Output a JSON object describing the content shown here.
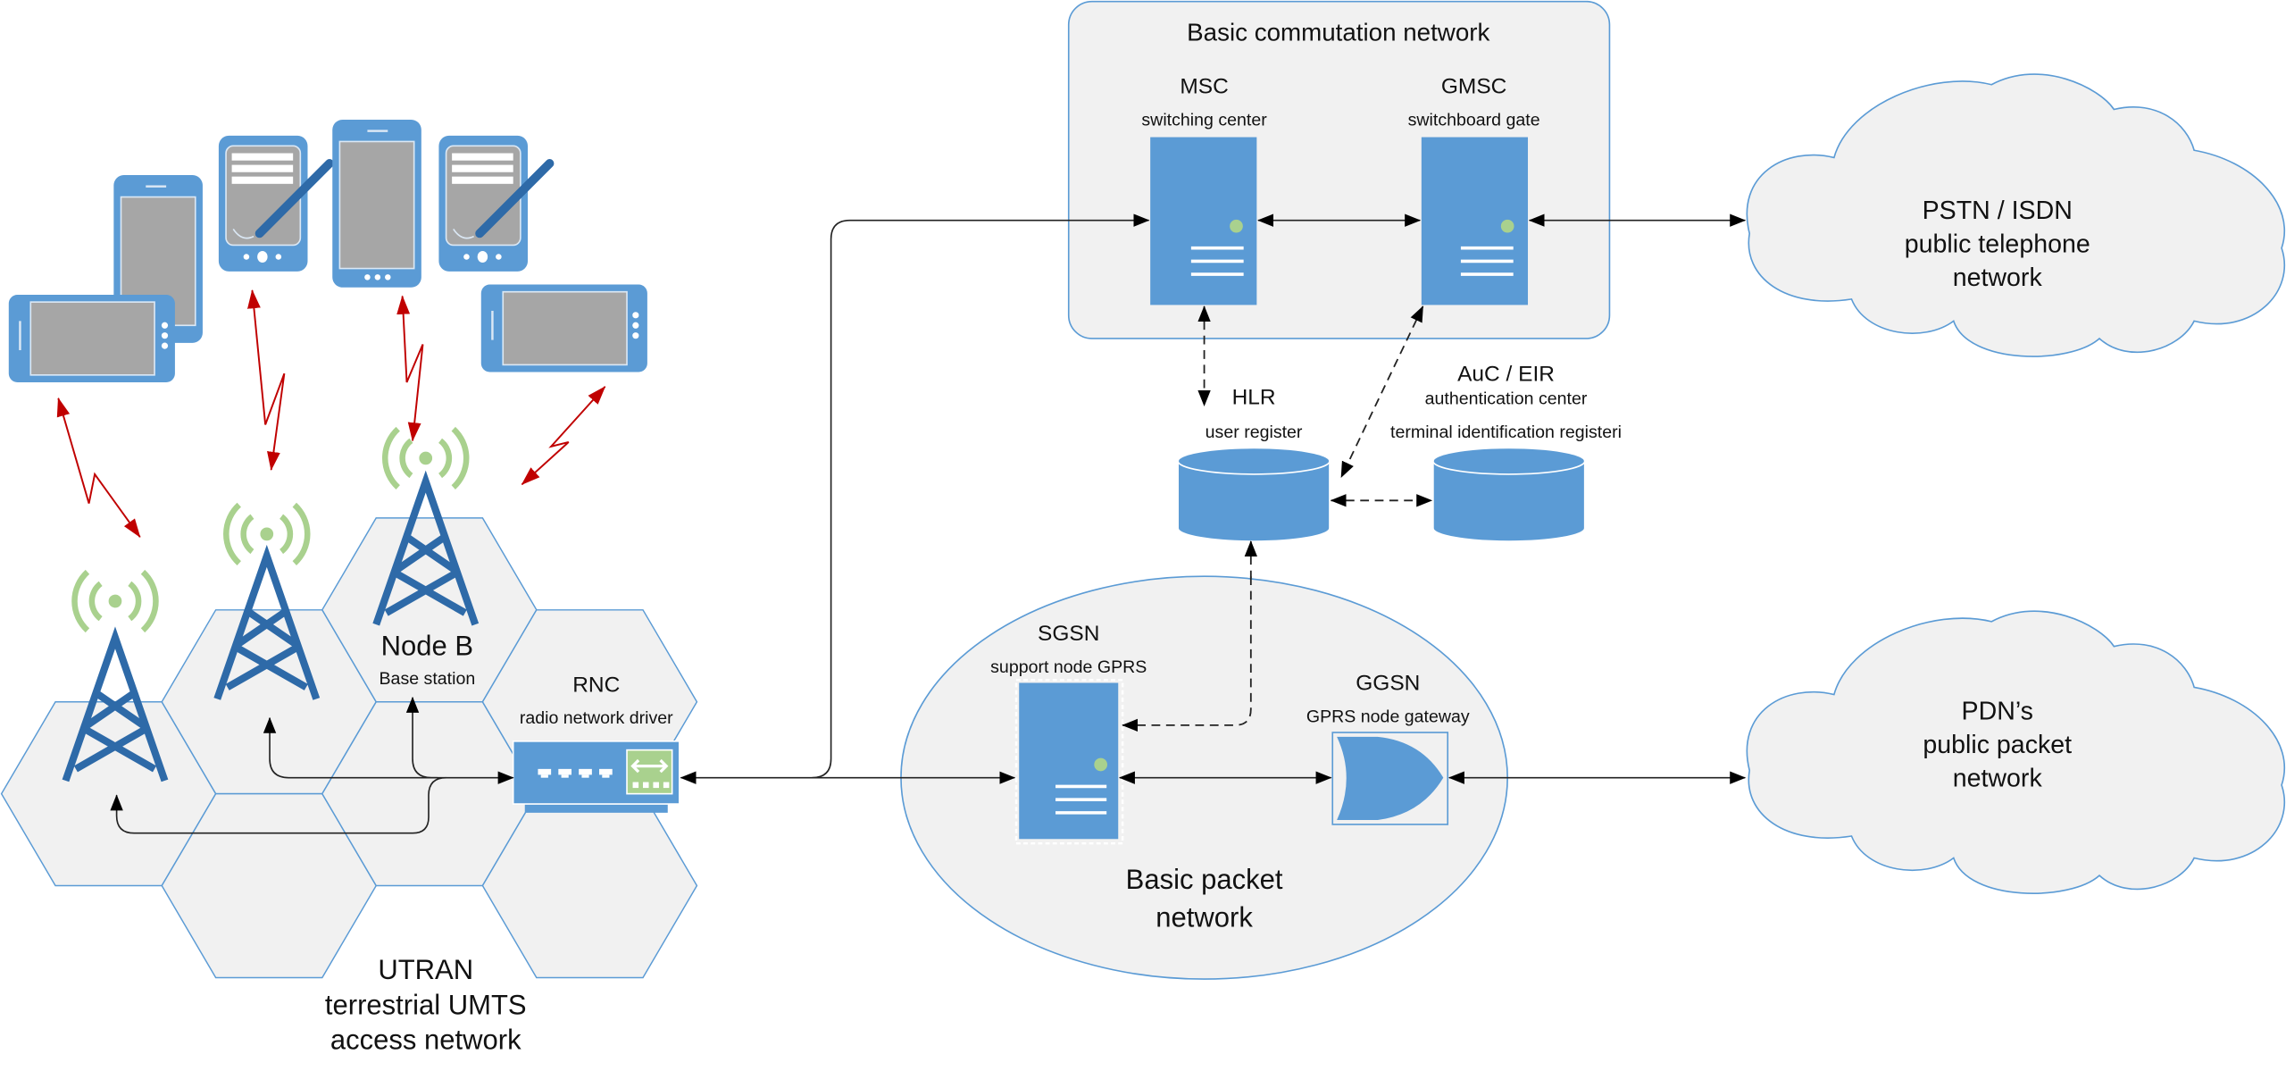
{
  "colors": {
    "node_blue": "#5b9bd5",
    "tower_blue": "#2e6aa8",
    "signal_green": "#a9d18e",
    "radio_red": "#c00000",
    "region_fill": "#f1f1f1",
    "screen_gray": "#a6a6a6"
  },
  "commutation": {
    "title": "Basic commutation network",
    "msc": {
      "name": "MSC",
      "desc": "switching center",
      "icon": "server-icon"
    },
    "gmsc": {
      "name": "GMSC",
      "desc": "switchboard gate",
      "icon": "server-icon"
    }
  },
  "registers": {
    "hlr": {
      "name": "HLR",
      "desc": "user register",
      "icon": "database-icon"
    },
    "auc": {
      "name": "AuC / EIR",
      "desc1": "authentication center",
      "desc2": "terminal identification registeri",
      "icon": "database-icon"
    }
  },
  "packet": {
    "title_line1": "Basic packet",
    "title_line2": "network",
    "sgsn": {
      "name": "SGSN",
      "desc": "support node GPRS",
      "icon": "server-icon"
    },
    "ggsn": {
      "name": "GGSN",
      "desc": "GPRS node gateway",
      "icon": "gateway-or-gate-icon"
    }
  },
  "clouds": {
    "pstn": {
      "line1": "PSTN / ISDN",
      "line2": "public telephone",
      "line3": "network"
    },
    "pdn": {
      "line1": "PDN’s",
      "line2": "public packet",
      "line3": "network"
    }
  },
  "utran": {
    "line1": "UTRAN",
    "line2": "terrestrial UMTS",
    "line3": "access network",
    "nodeb": {
      "name": "Node B",
      "desc": "Base station",
      "icon": "cell-tower-icon"
    },
    "rnc": {
      "name": "RNC",
      "desc": "radio network driver",
      "icon": "network-switch-icon"
    }
  },
  "devices": [
    {
      "type": "tablet",
      "icon": "tablet-icon"
    },
    {
      "type": "phone",
      "icon": "smartphone-icon"
    },
    {
      "type": "stylus-phone",
      "icon": "stylus-phone-icon"
    },
    {
      "type": "phone",
      "icon": "smartphone-icon"
    },
    {
      "type": "stylus-phone",
      "icon": "stylus-phone-icon"
    },
    {
      "type": "tablet",
      "icon": "tablet-icon"
    }
  ]
}
